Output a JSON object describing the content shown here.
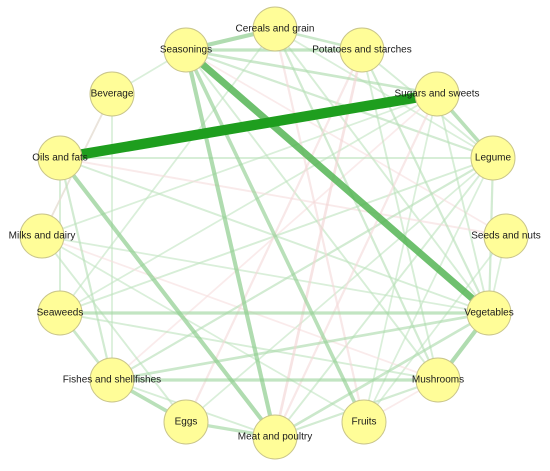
{
  "network": {
    "node_fill": "#fffd98",
    "node_stroke": "#c9c58a",
    "positive_color": "#1e9e1e",
    "negative_color": "#e08a8a",
    "nodes": [
      {
        "id": "cereals",
        "label": "Cereals and grain"
      },
      {
        "id": "potatoes",
        "label": "Potatoes and starches"
      },
      {
        "id": "sugars",
        "label": "Sugars and sweets"
      },
      {
        "id": "legume",
        "label": "Legume"
      },
      {
        "id": "seeds",
        "label": "Seeds and nuts"
      },
      {
        "id": "vegetables",
        "label": "Vegetables"
      },
      {
        "id": "mushrooms",
        "label": "Mushrooms"
      },
      {
        "id": "fruits",
        "label": "Fruits"
      },
      {
        "id": "meat",
        "label": "Meat and poultry"
      },
      {
        "id": "eggs",
        "label": "Eggs"
      },
      {
        "id": "fish",
        "label": "Fishes and shellfishes"
      },
      {
        "id": "seaweeds",
        "label": "Seaweeds"
      },
      {
        "id": "milks",
        "label": "Milks and dairy"
      },
      {
        "id": "oils",
        "label": "Oils and fats"
      },
      {
        "id": "beverage",
        "label": "Beverage"
      },
      {
        "id": "seasonings",
        "label": "Seasonings"
      }
    ],
    "edges": [
      {
        "from": "oils",
        "to": "sugars",
        "sign": "positive",
        "strength": 1.0
      },
      {
        "from": "seasonings",
        "to": "vegetables",
        "sign": "positive",
        "strength": 0.65
      },
      {
        "from": "seasonings",
        "to": "meat",
        "sign": "positive",
        "strength": 0.35
      },
      {
        "from": "seasonings",
        "to": "fruits",
        "sign": "positive",
        "strength": 0.3
      },
      {
        "from": "seasonings",
        "to": "cereals",
        "sign": "positive",
        "strength": 0.35
      },
      {
        "from": "seasonings",
        "to": "potatoes",
        "sign": "positive",
        "strength": 0.25
      },
      {
        "from": "seasonings",
        "to": "sugars",
        "sign": "positive",
        "strength": 0.2
      },
      {
        "from": "seasonings",
        "to": "legume",
        "sign": "positive",
        "strength": 0.15
      },
      {
        "from": "cereals",
        "to": "potatoes",
        "sign": "positive",
        "strength": 0.2
      },
      {
        "from": "oils",
        "to": "meat",
        "sign": "positive",
        "strength": 0.35
      },
      {
        "from": "oils",
        "to": "fish",
        "sign": "positive",
        "strength": 0.15
      },
      {
        "from": "oils",
        "to": "seaweeds",
        "sign": "positive",
        "strength": 0.12
      },
      {
        "from": "oils",
        "to": "legume",
        "sign": "positive",
        "strength": 0.12
      },
      {
        "from": "oils",
        "to": "vegetables",
        "sign": "positive",
        "strength": 0.12
      },
      {
        "from": "seaweeds",
        "to": "vegetables",
        "sign": "positive",
        "strength": 0.25
      },
      {
        "from": "fish",
        "to": "mushrooms",
        "sign": "positive",
        "strength": 0.25
      },
      {
        "from": "fish",
        "to": "vegetables",
        "sign": "positive",
        "strength": 0.2
      },
      {
        "from": "fish",
        "to": "legume",
        "sign": "positive",
        "strength": 0.15
      },
      {
        "from": "fish",
        "to": "eggs",
        "sign": "positive",
        "strength": 0.3
      },
      {
        "from": "fish",
        "to": "seaweeds",
        "sign": "positive",
        "strength": 0.2
      },
      {
        "from": "fish",
        "to": "meat",
        "sign": "positive",
        "strength": 0.12
      },
      {
        "from": "eggs",
        "to": "meat",
        "sign": "positive",
        "strength": 0.25
      },
      {
        "from": "meat",
        "to": "vegetables",
        "sign": "positive",
        "strength": 0.2
      },
      {
        "from": "meat",
        "to": "mushrooms",
        "sign": "positive",
        "strength": 0.15
      },
      {
        "from": "meat",
        "to": "legume",
        "sign": "positive",
        "strength": 0.12
      },
      {
        "from": "mushrooms",
        "to": "vegetables",
        "sign": "positive",
        "strength": 0.35
      },
      {
        "from": "mushrooms",
        "to": "cereals",
        "sign": "positive",
        "strength": 0.15
      },
      {
        "from": "sugars",
        "to": "legume",
        "sign": "positive",
        "strength": 0.3
      },
      {
        "from": "sugars",
        "to": "vegetables",
        "sign": "positive",
        "strength": 0.12
      },
      {
        "from": "sugars",
        "to": "milks",
        "sign": "positive",
        "strength": 0.1
      },
      {
        "from": "sugars",
        "to": "fruits",
        "sign": "positive",
        "strength": 0.1
      },
      {
        "from": "potatoes",
        "to": "legume",
        "sign": "positive",
        "strength": 0.12
      },
      {
        "from": "potatoes",
        "to": "vegetables",
        "sign": "positive",
        "strength": 0.15
      },
      {
        "from": "potatoes",
        "to": "mushrooms",
        "sign": "positive",
        "strength": 0.12
      },
      {
        "from": "cereals",
        "to": "legume",
        "sign": "positive",
        "strength": 0.1
      },
      {
        "from": "cereals",
        "to": "vegetables",
        "sign": "positive",
        "strength": 0.12
      },
      {
        "from": "cereals",
        "to": "seaweeds",
        "sign": "positive",
        "strength": 0.1
      },
      {
        "from": "legume",
        "to": "seaweeds",
        "sign": "positive",
        "strength": 0.12
      },
      {
        "from": "legume",
        "to": "vegetables",
        "sign": "positive",
        "strength": 0.15
      },
      {
        "from": "vegetables",
        "to": "seeds",
        "sign": "positive",
        "strength": 0.1
      },
      {
        "from": "milks",
        "to": "beverage",
        "sign": "positive",
        "strength": 0.1
      },
      {
        "from": "milks",
        "to": "eggs",
        "sign": "positive",
        "strength": 0.12
      },
      {
        "from": "milks",
        "to": "fruits",
        "sign": "positive",
        "strength": 0.1
      },
      {
        "from": "beverage",
        "to": "fish",
        "sign": "positive",
        "strength": 0.1
      },
      {
        "from": "beverage",
        "to": "seasonings",
        "sign": "positive",
        "strength": 0.1
      },
      {
        "from": "milks",
        "to": "vegetables",
        "sign": "positive",
        "strength": 0.1
      },
      {
        "from": "fruits",
        "to": "legume",
        "sign": "positive",
        "strength": 0.1
      },
      {
        "from": "fruits",
        "to": "seeds",
        "sign": "positive",
        "strength": 0.1
      },
      {
        "from": "eggs",
        "to": "legume",
        "sign": "positive",
        "strength": 0.1
      },
      {
        "from": "seaweeds",
        "to": "mushrooms",
        "sign": "positive",
        "strength": 0.12
      },
      {
        "from": "seaweeds",
        "to": "sugars",
        "sign": "positive",
        "strength": 0.1
      },
      {
        "from": "seasonings",
        "to": "mushrooms",
        "sign": "positive",
        "strength": 0.12
      },
      {
        "from": "potatoes",
        "to": "meat",
        "sign": "negative",
        "strength": 0.2
      },
      {
        "from": "potatoes",
        "to": "eggs",
        "sign": "negative",
        "strength": 0.15
      },
      {
        "from": "cereals",
        "to": "fruits",
        "sign": "negative",
        "strength": 0.15
      },
      {
        "from": "sugars",
        "to": "meat",
        "sign": "negative",
        "strength": 0.15
      },
      {
        "from": "oils",
        "to": "seeds",
        "sign": "negative",
        "strength": 0.12
      },
      {
        "from": "beverage",
        "to": "milks",
        "sign": "negative",
        "strength": 0.12
      },
      {
        "from": "fruits",
        "to": "mushrooms",
        "sign": "negative",
        "strength": 0.1
      },
      {
        "from": "seasonings",
        "to": "seeds",
        "sign": "negative",
        "strength": 0.1
      },
      {
        "from": "fish",
        "to": "sugars",
        "sign": "negative",
        "strength": 0.1
      },
      {
        "from": "milks",
        "to": "mushrooms",
        "sign": "negative",
        "strength": 0.1
      }
    ]
  }
}
